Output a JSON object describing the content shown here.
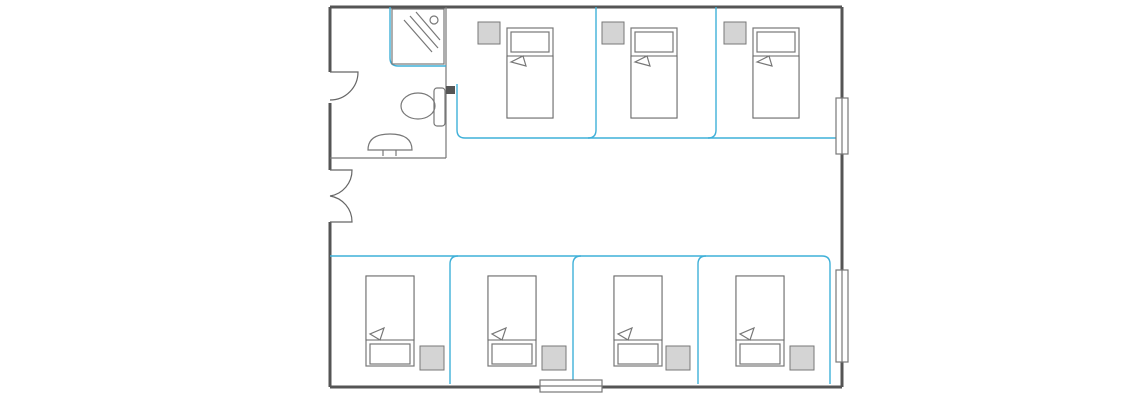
{
  "diagram": {
    "kind": "floor-plan",
    "colors": {
      "wall": "#555555",
      "line": "#777777",
      "curtain": "#3fb0d8",
      "table": "#d4d4d4",
      "background": "#ffffff"
    },
    "rooms": [
      {
        "id": "bathroom",
        "fixtures": [
          "shower",
          "toilet",
          "sink"
        ]
      },
      {
        "id": "ward"
      }
    ],
    "beds": {
      "top_row_count": 3,
      "bottom_row_count": 4,
      "each_has_bedside_table": true,
      "privacy_curtains": true
    },
    "doors": 2,
    "windows": 3
  }
}
